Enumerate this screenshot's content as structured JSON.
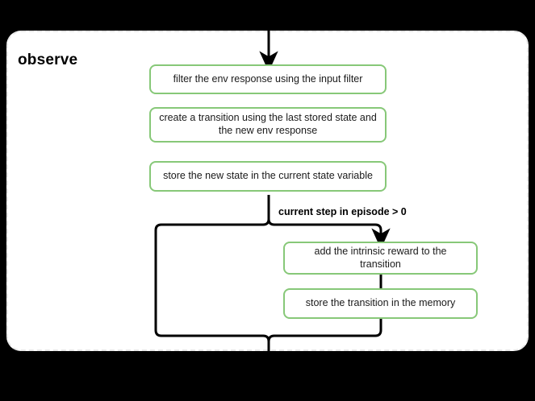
{
  "diagram": {
    "type": "flowchart",
    "background_color": "#000000",
    "subgraph": {
      "title": "observe",
      "border_style": "dashed",
      "border_color": "#e8e8e8",
      "fill_color": "#ffffff"
    },
    "node_style": {
      "border_color": "#87c878",
      "fill_color": "#ffffff",
      "text_color": "#1a1a1a"
    },
    "edge_color": "#000000",
    "nodes": [
      {
        "id": "n1",
        "label": "filter the env response using the input filter"
      },
      {
        "id": "n2",
        "label": "create a transition using the last stored state and the new env response"
      },
      {
        "id": "n3",
        "label": "store the new state in the current state variable"
      },
      {
        "id": "n4",
        "label": "add the intrinsic reward to the transition"
      },
      {
        "id": "n5",
        "label": "store the transition in the memory"
      }
    ],
    "edge_labels": [
      {
        "id": "e_branch",
        "label": "current step in episode > 0"
      }
    ]
  }
}
